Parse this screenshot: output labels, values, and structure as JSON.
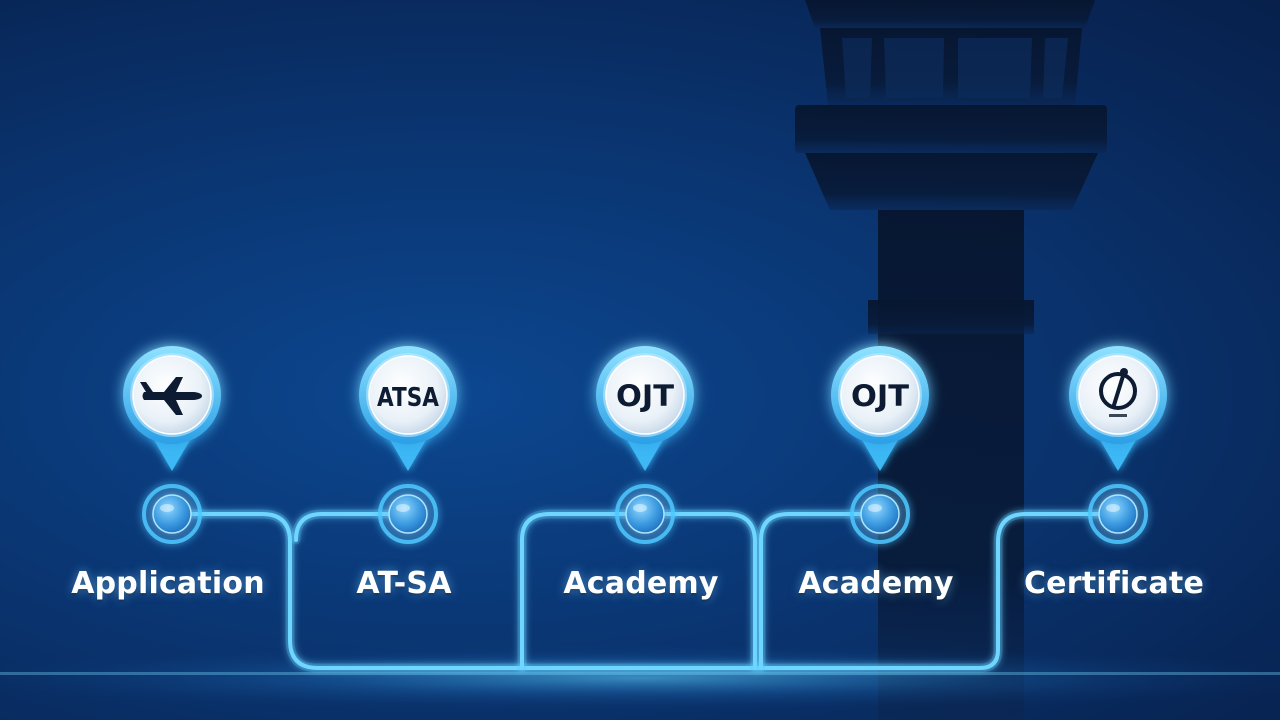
{
  "colors": {
    "background": "#0a3571",
    "accent": "#4fc8ff",
    "pin_face": "#f2f6fb",
    "icon_dark": "#0d1b33",
    "tower": "#07162e"
  },
  "steps": [
    {
      "label": "Application",
      "pin_icon": "airplane-icon",
      "pin_text": ""
    },
    {
      "label": "AT-SA",
      "pin_icon": "",
      "pin_text": "ATSA"
    },
    {
      "label": "Academy",
      "pin_icon": "",
      "pin_text": "OJT"
    },
    {
      "label": "Academy",
      "pin_icon": "",
      "pin_text": "OJT"
    },
    {
      "label": "Certificate",
      "pin_icon": "certificate-seal-icon",
      "pin_text": ""
    }
  ]
}
